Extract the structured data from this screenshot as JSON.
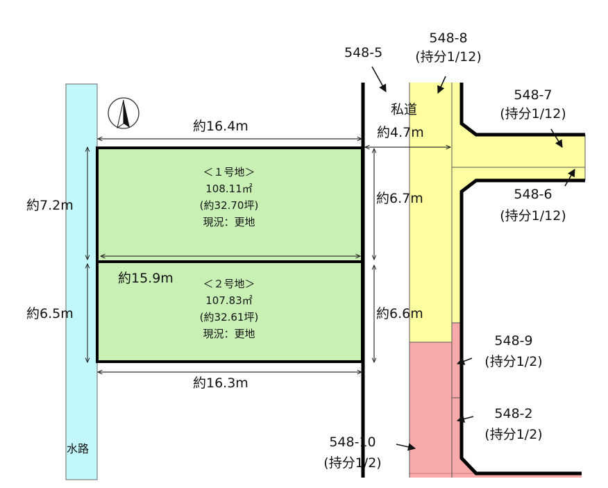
{
  "compass": {
    "north_label": "N"
  },
  "waterway": {
    "label": "水路"
  },
  "lots": [
    {
      "name": "＜１号地＞",
      "area": "108.11㎡",
      "tsubo": "(約32.70坪)",
      "status": "現況：更地"
    },
    {
      "name": "＜２号地＞",
      "area": "107.83㎡",
      "tsubo": "(約32.61坪)",
      "status": "現況：更地"
    }
  ],
  "dimensions": {
    "top_width": "約16.4m",
    "middle_width": "約15.9m",
    "bottom_width": "約16.3m",
    "left_lot1": "約7.2m",
    "left_lot2": "約6.5m",
    "right_lot1": "約6.7m",
    "right_lot2": "約6.6m",
    "road_width": "約4.7m"
  },
  "private_road": {
    "label": "私道"
  },
  "parcels": [
    {
      "id": "548-5",
      "share": ""
    },
    {
      "id": "548-8",
      "share": "(持分1/12)"
    },
    {
      "id": "548-7",
      "share": "(持分1/12)"
    },
    {
      "id": "548-6",
      "share": "(持分1/12)"
    },
    {
      "id": "548-9",
      "share": "(持分1/2)"
    },
    {
      "id": "548-2",
      "share": "(持分1/2)"
    },
    {
      "id": "548-10",
      "share": "(持分1/2)"
    }
  ],
  "colors": {
    "waterway": "#c3f8fb",
    "lot_fill": "#c8f0b4",
    "road_yellow": "#fefea0",
    "road_pink": "#f8aaaa"
  }
}
